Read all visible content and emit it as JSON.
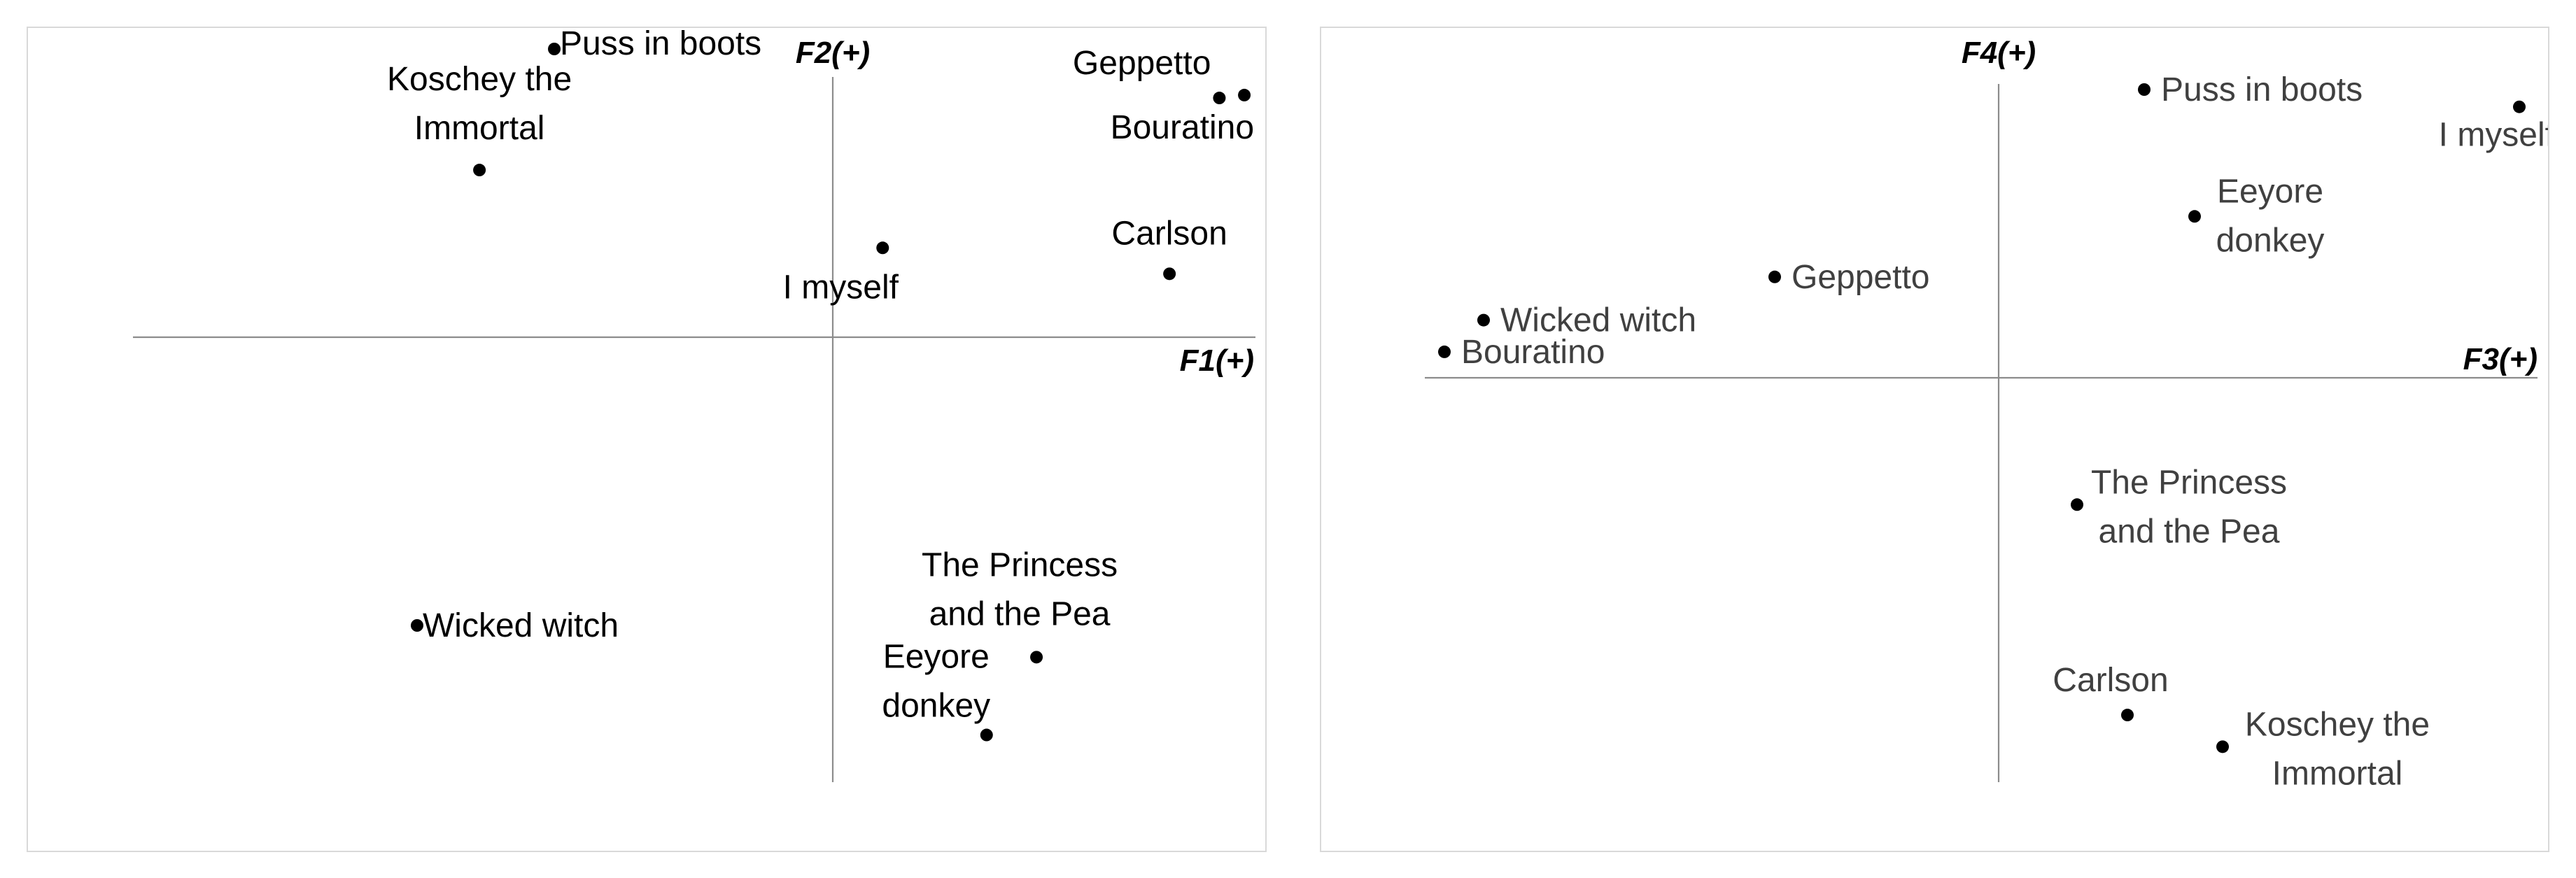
{
  "chart_data": [
    {
      "type": "scatter",
      "xlabel": "F1(+)",
      "ylabel": "F2(+)",
      "grid": false,
      "legend": "none",
      "colors": {
        "marker": "#000000",
        "label": "#000000",
        "axis": "#8c8c8c",
        "frame": "#d9d9d9"
      },
      "points": [
        {
          "label": "Puss in boots",
          "x": -0.67,
          "y": 1.0
        },
        {
          "label": "Koschey the Immortal",
          "x": -0.85,
          "y": 0.58
        },
        {
          "label": "Geppetto",
          "x": 0.93,
          "y": 0.83
        },
        {
          "label": "Bouratino",
          "x": 0.99,
          "y": 0.84
        },
        {
          "label": "I myself",
          "x": 0.12,
          "y": 0.31
        },
        {
          "label": "Carlson",
          "x": 0.81,
          "y": 0.22
        },
        {
          "label": "Wicked witch",
          "x": -1.0,
          "y": -1.0
        },
        {
          "label": "The Princess and the Pea",
          "x": 0.49,
          "y": -1.11
        },
        {
          "label": "Eeyore donkey",
          "x": 0.37,
          "y": -1.38
        }
      ]
    },
    {
      "type": "scatter",
      "xlabel": "F3(+)",
      "ylabel": "F4(+)",
      "grid": false,
      "legend": "none",
      "colors": {
        "marker": "#000000",
        "label": "#404040",
        "axis": "#8c8c8c",
        "frame": "#d9d9d9"
      },
      "points": [
        {
          "label": "Puss in boots",
          "x": 0.26,
          "y": 1.0
        },
        {
          "label": "I myself",
          "x": 0.93,
          "y": 0.94
        },
        {
          "label": "Eeyore donkey",
          "x": 0.35,
          "y": 0.56
        },
        {
          "label": "Geppetto",
          "x": -0.4,
          "y": 0.35
        },
        {
          "label": "Wicked witch",
          "x": -0.92,
          "y": 0.2
        },
        {
          "label": "Bouratino",
          "x": -0.99,
          "y": 0.09
        },
        {
          "label": "The Princess and the Pea",
          "x": 0.14,
          "y": -0.44
        },
        {
          "label": "Carlson",
          "x": 0.23,
          "y": -1.17
        },
        {
          "label": "Koschey the Immortal",
          "x": 0.4,
          "y": -1.28
        }
      ]
    }
  ]
}
